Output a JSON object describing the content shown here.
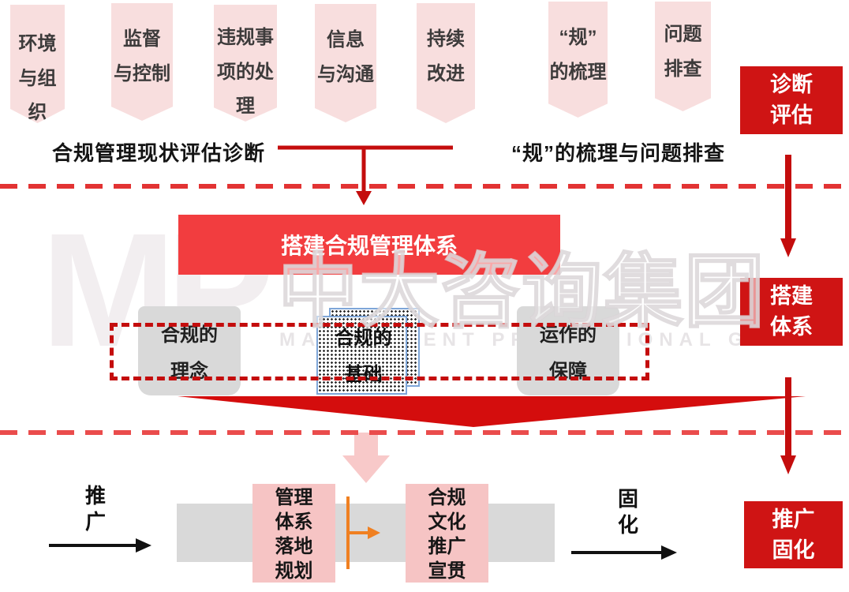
{
  "top_banners": [
    {
      "label": "环境\n与组\n织"
    },
    {
      "label": "监督\n与控制"
    },
    {
      "label": "违规事\n项的处\n理"
    },
    {
      "label": "信息\n与沟通"
    },
    {
      "label": "持续\n改进"
    },
    {
      "label": "“规”\n的梳理"
    },
    {
      "label": "问题\n排查"
    }
  ],
  "section_labels": {
    "left": "合规管理现状评估诊断",
    "right": "“规”的梳理与问题排查"
  },
  "stage_boxes": [
    {
      "label": "诊断\n评估"
    },
    {
      "label": "搭建\n体系"
    },
    {
      "label": "推广\n固化"
    }
  ],
  "build_system_box": {
    "label": "搭建合规管理体系"
  },
  "pillars": [
    {
      "label": "合规的\n理念",
      "style": "gray"
    },
    {
      "label": "合规的\n基础",
      "style": "dotted-document"
    },
    {
      "label": "运作的\n保障",
      "style": "gray"
    }
  ],
  "bottom_flow": {
    "promote_label": "推\n广",
    "solidify_label": "固\n化",
    "steps": [
      {
        "label": "管理\n体系\n落地\n规划"
      },
      {
        "label": "合规\n文化\n推广\n宣贯"
      }
    ]
  },
  "watermark": {
    "logo": "MP",
    "company": "中大咨询集团",
    "tagline": "MANAGEMENT PROFESSIONAL GROUP"
  },
  "colors": {
    "deep_red": "#cf1414",
    "bright_red": "#f23d3f",
    "banner_pink": "#f8dede",
    "step_pink": "#f6c4c4",
    "bar_gray": "#d9d9d9",
    "orange": "#f08021",
    "dash_red": "#e23333",
    "arrow_red": "#c40d0d",
    "doc_border_blue": "#7ea6d8",
    "fat_arrow_pink": "#f8c9c9"
  }
}
